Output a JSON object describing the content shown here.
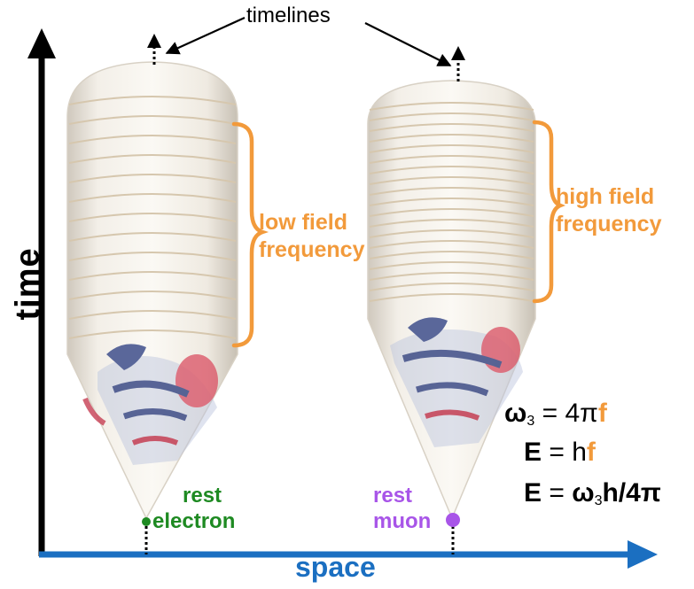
{
  "axes": {
    "y_label": "time",
    "x_label": "space",
    "colors": {
      "y_axis": "#000000",
      "x_axis": "#1b6fc1"
    }
  },
  "annotation": {
    "timelines": "timelines"
  },
  "left_cone": {
    "bracket_label_line1": "low field",
    "bracket_label_line2": "frequency",
    "particle_line1": "rest",
    "particle_line2": "electron",
    "particle_color": "#1e8a22"
  },
  "right_cone": {
    "bracket_label_line1": "high field",
    "bracket_label_line2": "frequency",
    "particle_line1": "rest",
    "particle_line2": "muon",
    "particle_color": "#a855e8"
  },
  "bracket_color": "#f29a3b",
  "equations": {
    "eq1": {
      "lhs": "ω",
      "sub": "3",
      "mid": " = 4π",
      "f": "f"
    },
    "eq2": {
      "lhs": "E",
      "mid": " = h",
      "f": "f"
    },
    "eq3": {
      "lhs": "E",
      "mid": " = ",
      "rhs_a": "ω",
      "sub": "3",
      "rhs_b": "h/4π"
    }
  }
}
